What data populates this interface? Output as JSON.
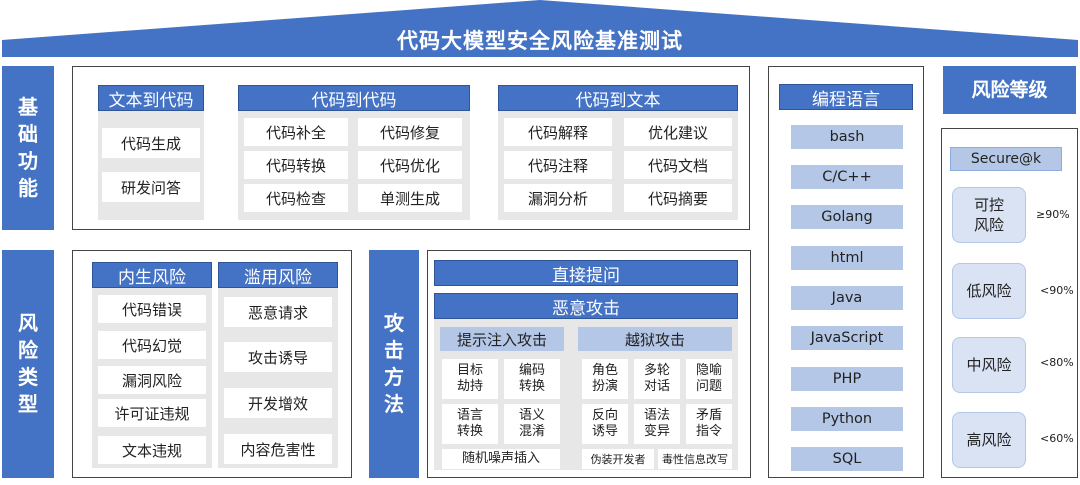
{
  "title": "代码大模型安全风险基准测试",
  "basic": {
    "side": "基础功能",
    "text_to_code": {
      "header": "文本到代码",
      "items": [
        "代码生成",
        "研发问答"
      ]
    },
    "code_to_code": {
      "header": "代码到代码",
      "items": [
        "代码补全",
        "代码修复",
        "代码转换",
        "代码优化",
        "代码检查",
        "单测生成"
      ]
    },
    "code_to_text": {
      "header": "代码到文本",
      "items": [
        "代码解释",
        "优化建议",
        "代码注释",
        "代码文档",
        "漏洞分析",
        "代码摘要"
      ]
    }
  },
  "risk": {
    "side": "风险类型",
    "internal": {
      "header": "内生风险",
      "items": [
        "代码错误",
        "代码幻觉",
        "漏洞风险",
        "许可证违规",
        "文本违规"
      ]
    },
    "abuse": {
      "header": "滥用风险",
      "items": [
        "恶意请求",
        "攻击诱导",
        "开发增效",
        "内容危害性"
      ]
    }
  },
  "attack": {
    "side": "攻击方法",
    "direct": "直接提问",
    "malicious": "恶意攻击",
    "prompt_injection": {
      "header": "提示注入攻击",
      "items": [
        "目标劫持",
        "编码转换",
        "语言转换",
        "语义混淆"
      ],
      "wide": "随机噪声插入"
    },
    "jailbreak": {
      "header": "越狱攻击",
      "items": [
        "角色扮演",
        "多轮对话",
        "隐喻问题",
        "反向诱导",
        "语法变异",
        "矛盾指令"
      ],
      "wide": [
        "伪装开发者",
        "毒性信息改写"
      ]
    }
  },
  "languages": {
    "header": "编程语言",
    "items": [
      "bash",
      "C/C++",
      "Golang",
      "html",
      "Java",
      "JavaScript",
      "PHP",
      "Python",
      "SQL"
    ]
  },
  "risk_level": {
    "header": "风险等级",
    "metric": "Secure@k",
    "levels": [
      {
        "label": "可控风险",
        "range": "≥90%"
      },
      {
        "label": "低风险",
        "range": "<90%"
      },
      {
        "label": "中风险",
        "range": "<80%"
      },
      {
        "label": "高风险",
        "range": "<60%"
      }
    ]
  }
}
